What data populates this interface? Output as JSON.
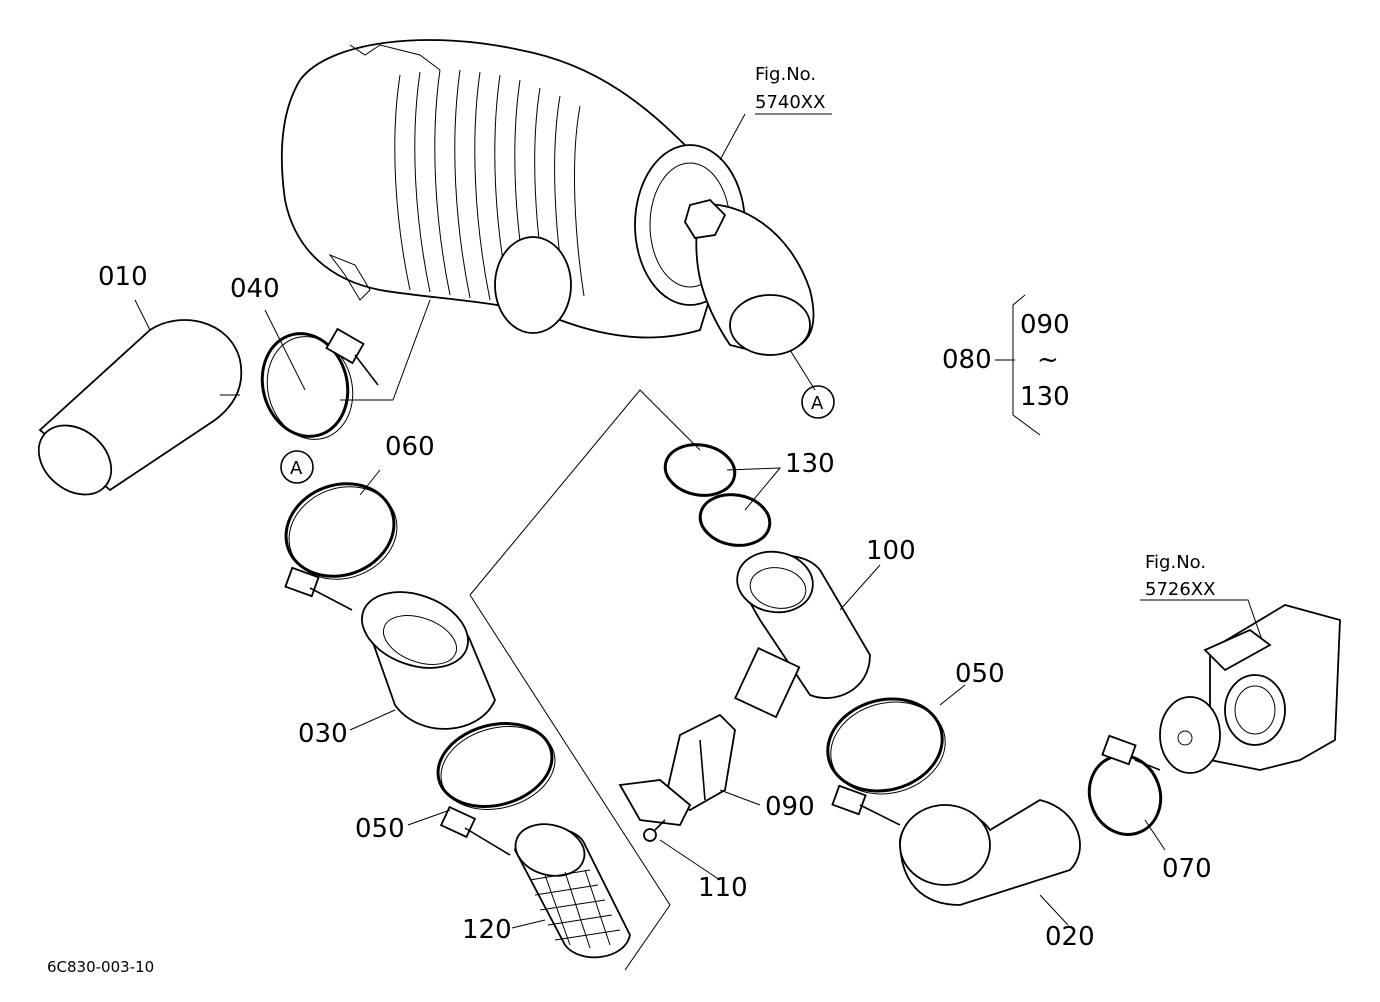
{
  "labels": {
    "p010": "010",
    "p040": "040",
    "p060": "060",
    "p030": "030",
    "p050a": "050",
    "p120": "120",
    "p130": "130",
    "p100": "100",
    "p090": "090",
    "p110": "110",
    "p050b": "050",
    "p070": "070",
    "p020": "020",
    "p080": "080",
    "range_from": "090",
    "range_tilde": "~",
    "range_to": "130",
    "ref_a1": "A",
    "ref_a2": "A"
  },
  "figure_refs": {
    "fig1_label": "Fig.No.",
    "fig1_number": "5740XX",
    "fig2_label": "Fig.No.",
    "fig2_number": "5726XX"
  },
  "drawing_code": "6C830-003-10"
}
